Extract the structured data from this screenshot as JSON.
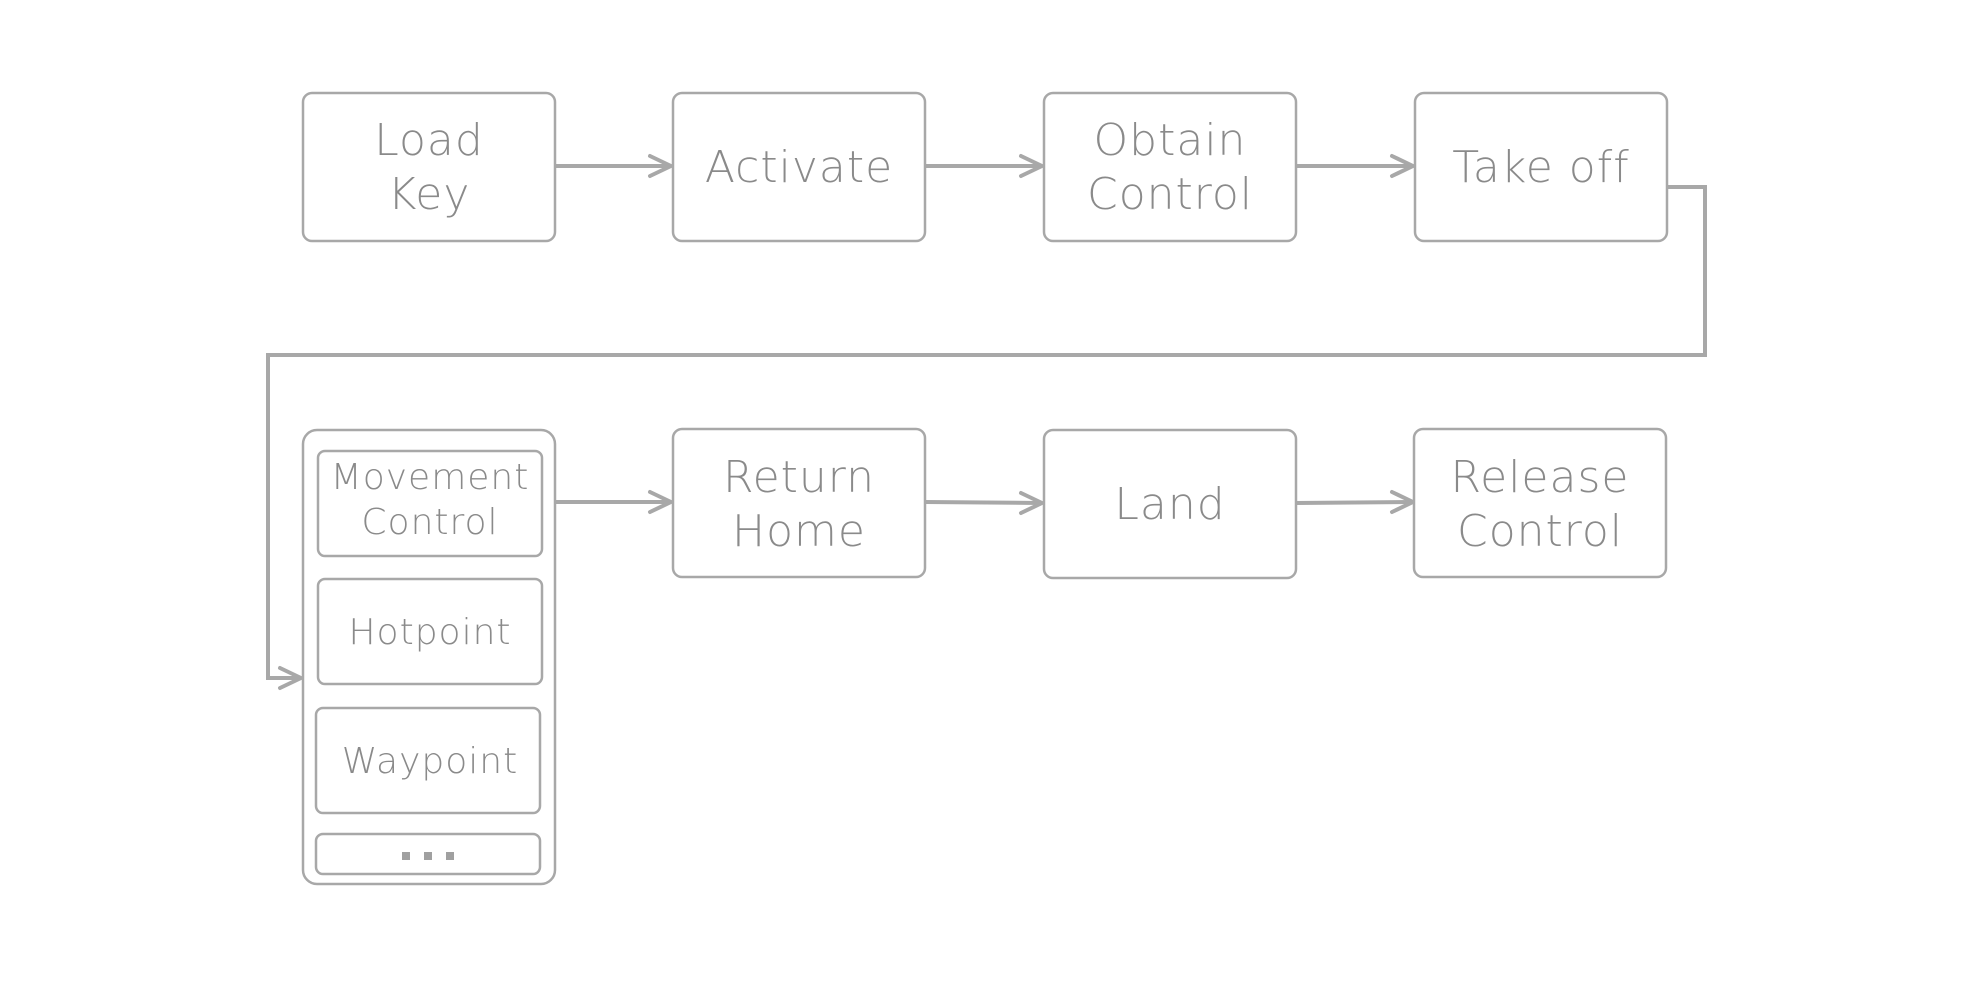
{
  "diagram": {
    "nodes": {
      "load_key": [
        "Load",
        "Key"
      ],
      "activate": [
        "Activate"
      ],
      "obtain_control": [
        "Obtain",
        "Control"
      ],
      "take_off": [
        "Take off"
      ],
      "return_home": [
        "Return",
        "Home"
      ],
      "land": [
        "Land"
      ],
      "release_control": [
        "Release",
        "Control"
      ]
    },
    "mission_group": {
      "items": [
        [
          "Movement",
          "Control"
        ],
        [
          "Hotpoint"
        ],
        [
          "Waypoint"
        ]
      ],
      "more_indicator": "…"
    },
    "colors": {
      "stroke": "#a8a8a8",
      "text": "#8a8a8a",
      "background": "#ffffff"
    }
  }
}
